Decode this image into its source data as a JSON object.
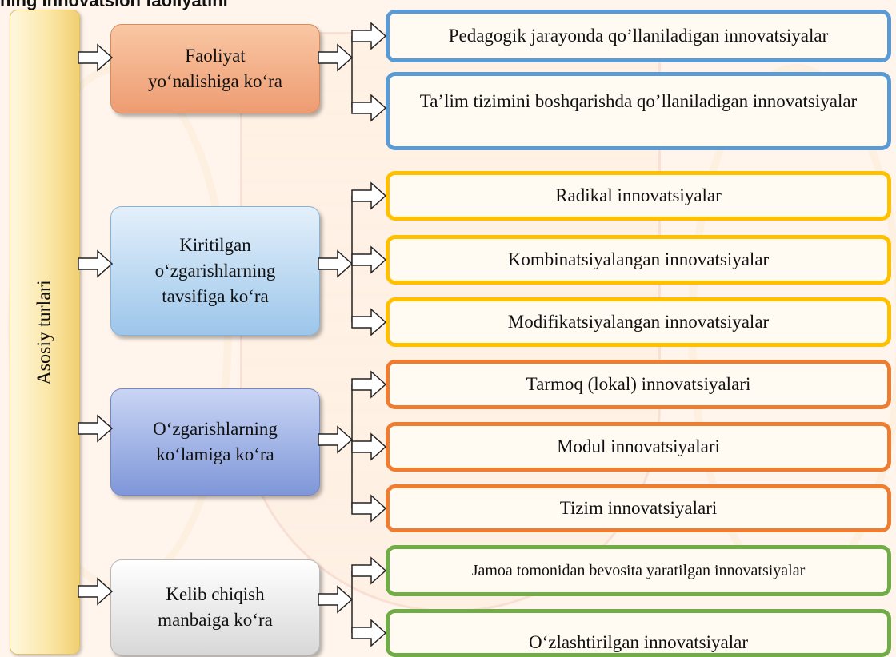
{
  "root": {
    "label": "Asosiy turlari",
    "color": "#fbe7a8"
  },
  "top_cut_text": "ning innovatsion faoliyatini",
  "categories": [
    {
      "label": "Faoliyat\nyo‘nalishiga ko‘ra",
      "color": "#ee9c72"
    },
    {
      "label": "Kiritilgan\no‘zgarishlarning\ntavsifiga ko‘ra",
      "color": "#9cc6ea"
    },
    {
      "label": "O‘zgarishlarning\nko‘lamiga ko‘ra",
      "color": "#7f97d9"
    },
    {
      "label": "Kelib chiqish\nmanbaiga ko‘ra",
      "color": "#d8d8d8"
    }
  ],
  "leaves": [
    {
      "label": "Pedagogik jarayonda qo’llaniladigan innovatsiyalar",
      "category": 0,
      "border": "#5b9bd5"
    },
    {
      "label": "Ta’lim tizimini boshqarishda qo’llaniladigan innovatsiyalar",
      "category": 0,
      "border": "#5b9bd5"
    },
    {
      "label": "Radikal innovatsiyalar",
      "category": 1,
      "border": "#ffc000"
    },
    {
      "label": "Kombinatsiyalangan innovatsiyalar",
      "category": 1,
      "border": "#ffc000"
    },
    {
      "label": "Modifikatsiyalangan innovatsiyalar",
      "category": 1,
      "border": "#ffc000"
    },
    {
      "label": "Tarmoq (lokal) innovatsiyalari",
      "category": 2,
      "border": "#ed7d31"
    },
    {
      "label": "Modul innovatsiyalari",
      "category": 2,
      "border": "#ed7d31"
    },
    {
      "label": "Tizim innovatsiyalari",
      "category": 2,
      "border": "#ed7d31"
    },
    {
      "label": "Jamoa tomonidan bevosita yaratilgan innovatsiyalar",
      "category": 3,
      "border": "#70ad47"
    },
    {
      "label": "O‘zlashtirilgan innovatsiyalar",
      "category": 3,
      "border": "#70ad47"
    }
  ]
}
